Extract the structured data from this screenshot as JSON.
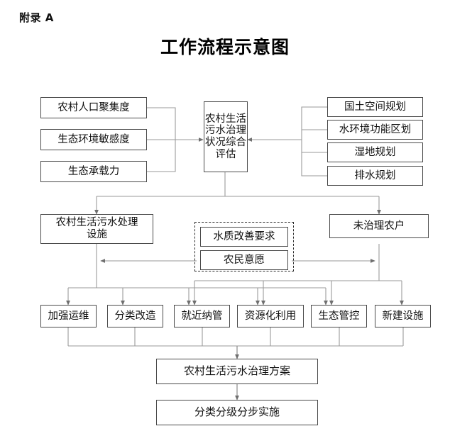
{
  "page": {
    "appendix_label": "附录 A",
    "title": "工作流程示意图"
  },
  "diagram": {
    "type": "flowchart",
    "inputs_left": [
      {
        "id": "rural-pop-density",
        "label": "农村人口聚集度"
      },
      {
        "id": "eco-env-sensitivity",
        "label": "生态环境敏感度"
      },
      {
        "id": "eco-carrying-capacity",
        "label": "生态承载力"
      }
    ],
    "center": {
      "id": "comprehensive-assessment",
      "label": "农村生活\n污水治理\n状况综合\n评估"
    },
    "inputs_right": [
      {
        "id": "territorial-spatial-plan",
        "label": "国土空间规划"
      },
      {
        "id": "water-function-zoning",
        "label": "水环境功能区划"
      },
      {
        "id": "wetland-plan",
        "label": "湿地规划"
      },
      {
        "id": "drainage-plan",
        "label": "排水规划"
      }
    ],
    "mid_left": {
      "id": "treatment-facilities",
      "label": "农村生活污水处理\n设施"
    },
    "mid_right": {
      "id": "untreated-households",
      "label": "未治理农户"
    },
    "dashed_group": {
      "id": "demand-factors",
      "items": [
        {
          "id": "water-quality-requirement",
          "label": "水质改善要求"
        },
        {
          "id": "farmer-willingness",
          "label": "农民意愿"
        }
      ]
    },
    "measures": [
      {
        "id": "strengthen-om",
        "label": "加强运维"
      },
      {
        "id": "classified-retrofit",
        "label": "分类改造"
      },
      {
        "id": "nearby-pipe-connection",
        "label": "就近纳管"
      },
      {
        "id": "resource-utilization",
        "label": "资源化利用"
      },
      {
        "id": "ecological-control",
        "label": "生态管控"
      },
      {
        "id": "new-facilities",
        "label": "新建设施"
      }
    ],
    "outputs": [
      {
        "id": "treatment-scheme",
        "label": "农村生活污水治理方案"
      },
      {
        "id": "phased-implementation",
        "label": "分类分级分步实施"
      }
    ]
  }
}
